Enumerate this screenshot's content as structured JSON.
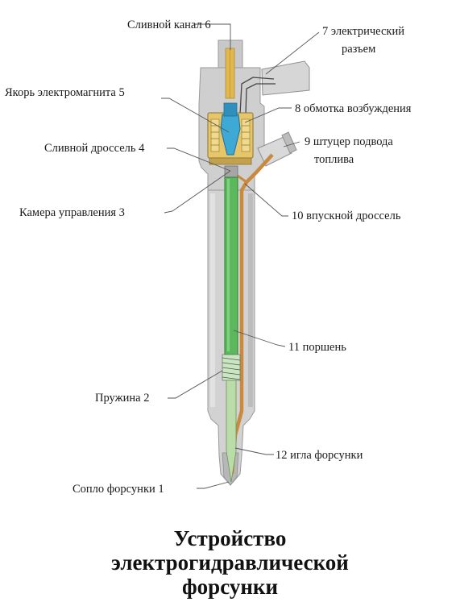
{
  "title": {
    "line1": "Устройство",
    "line2": "электрогидравлической",
    "line3": "форсунки"
  },
  "labels": {
    "drain_channel": "Сливной канал 6",
    "connector_line1": "7   электрический",
    "connector_line2": "разъем",
    "armature": "Якорь электромагнита 5",
    "coil": "8  обмотка возбуждения",
    "drain_throttle": "Сливной дроссель 4",
    "fitting_line1": "9 штуцер подвода",
    "fitting_line2": "топлива",
    "control_chamber": "Камера управления 3",
    "inlet_throttle": "10 впускной дроссель",
    "piston": "11 поршень",
    "spring": "Пружина 2",
    "needle": "12 игла форсунки",
    "nozzle": "Сопло форсунки 1"
  },
  "colors": {
    "body": "#cfcfcf",
    "body_outline": "#9a9a9a",
    "piston": "#5cb85c",
    "fuel_channel": "#c98a3d",
    "armature": "#3fa9d6",
    "coil": "#e7c66a",
    "drain_channel": "#e0b84f"
  }
}
